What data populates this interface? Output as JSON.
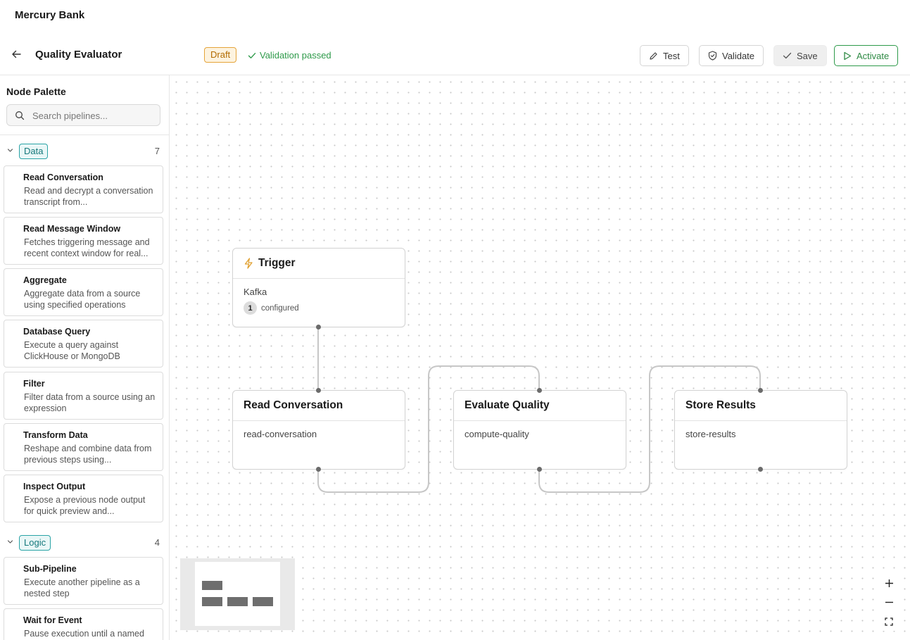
{
  "app": {
    "name": "Mercury Bank"
  },
  "header": {
    "title": "Quality Evaluator",
    "status_badge": "Draft",
    "validation_text": "Validation passed",
    "buttons": {
      "test": "Test",
      "validate": "Validate",
      "save": "Save",
      "activate": "Activate"
    }
  },
  "palette": {
    "title": "Node Palette",
    "search_placeholder": "Search pipelines...",
    "categories": [
      {
        "name": "Data",
        "count": "7",
        "items": [
          {
            "title": "Read Conversation",
            "desc": "Read and decrypt a conversation transcript from..."
          },
          {
            "title": "Read Message Window",
            "desc": "Fetches triggering message and recent context window for real..."
          },
          {
            "title": "Aggregate",
            "desc": "Aggregate data from a source using specified operations"
          },
          {
            "title": "Database Query",
            "desc": "Execute a query against ClickHouse or MongoDB"
          },
          {
            "title": "Filter",
            "desc": "Filter data from a source using an expression"
          },
          {
            "title": "Transform Data",
            "desc": "Reshape and combine data from previous steps using..."
          },
          {
            "title": "Inspect Output",
            "desc": "Expose a previous node output for quick preview and..."
          }
        ]
      },
      {
        "name": "Logic",
        "count": "4",
        "items": [
          {
            "title": "Sub-Pipeline",
            "desc": "Execute another pipeline as a nested step"
          },
          {
            "title": "Wait for Event",
            "desc": "Pause execution until a named"
          }
        ]
      }
    ]
  },
  "canvas": {
    "nodes": {
      "trigger": {
        "title": "Trigger",
        "source": "Kafka",
        "count": "1",
        "count_label": "configured"
      },
      "read": {
        "title": "Read Conversation",
        "id": "read-conversation"
      },
      "evaluate": {
        "title": "Evaluate Quality",
        "id": "compute-quality"
      },
      "store": {
        "title": "Store Results",
        "id": "store-results"
      }
    }
  },
  "colors": {
    "accent_green": "#2e9a4a",
    "draft_orange": "#e5a43a",
    "category_teal": "#2aa3a6",
    "trigger_icon": "#e0a030"
  },
  "icons": {
    "back": "arrow-left-icon",
    "test": "pencil-icon",
    "validate": "shield-check-icon",
    "save": "check-icon",
    "activate": "play-icon",
    "search": "search-icon",
    "trigger": "lightning-icon"
  }
}
